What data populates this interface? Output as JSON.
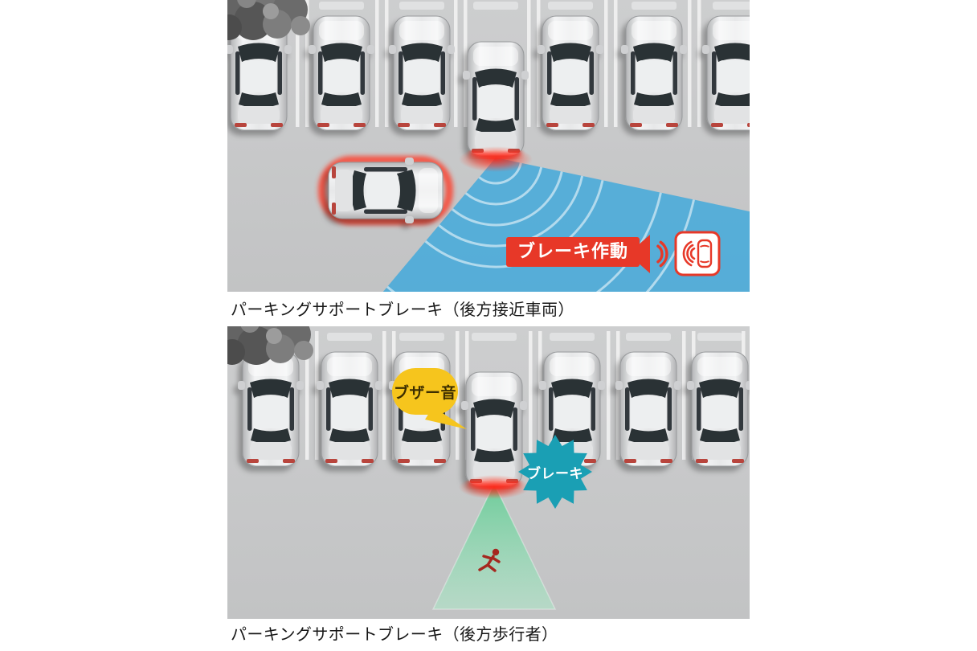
{
  "figures": {
    "figure1": {
      "caption": "パーキングサポートブレーキ（後方接近車両）",
      "brake_badge": "ブレーキ作動",
      "icons": {
        "speaker": "speaker-icon",
        "vehicle_buzzer": "vehicle-buzzer-icon",
        "sonar": "sonar-fan",
        "approaching_vehicle": "approaching-car",
        "reversing_vehicle": "reversing-car"
      },
      "colors": {
        "sonar_blue": "#3ea8dc",
        "alert_red": "#e73828",
        "lot_gray": "#c7c8c9"
      }
    },
    "figure2": {
      "caption": "パーキングサポートブレーキ（後方歩行者）",
      "buzzer_bubble": "ブザー音",
      "brake_burst": "ブレーキ",
      "icons": {
        "pedestrian": "pedestrian-icon",
        "detection_beam": "detection-beam",
        "reversing_vehicle": "reversing-car"
      },
      "colors": {
        "beam_green": "#74d9a2",
        "bubble_yellow": "#f6c51d",
        "burst_teal": "#1a9fb4"
      }
    }
  }
}
